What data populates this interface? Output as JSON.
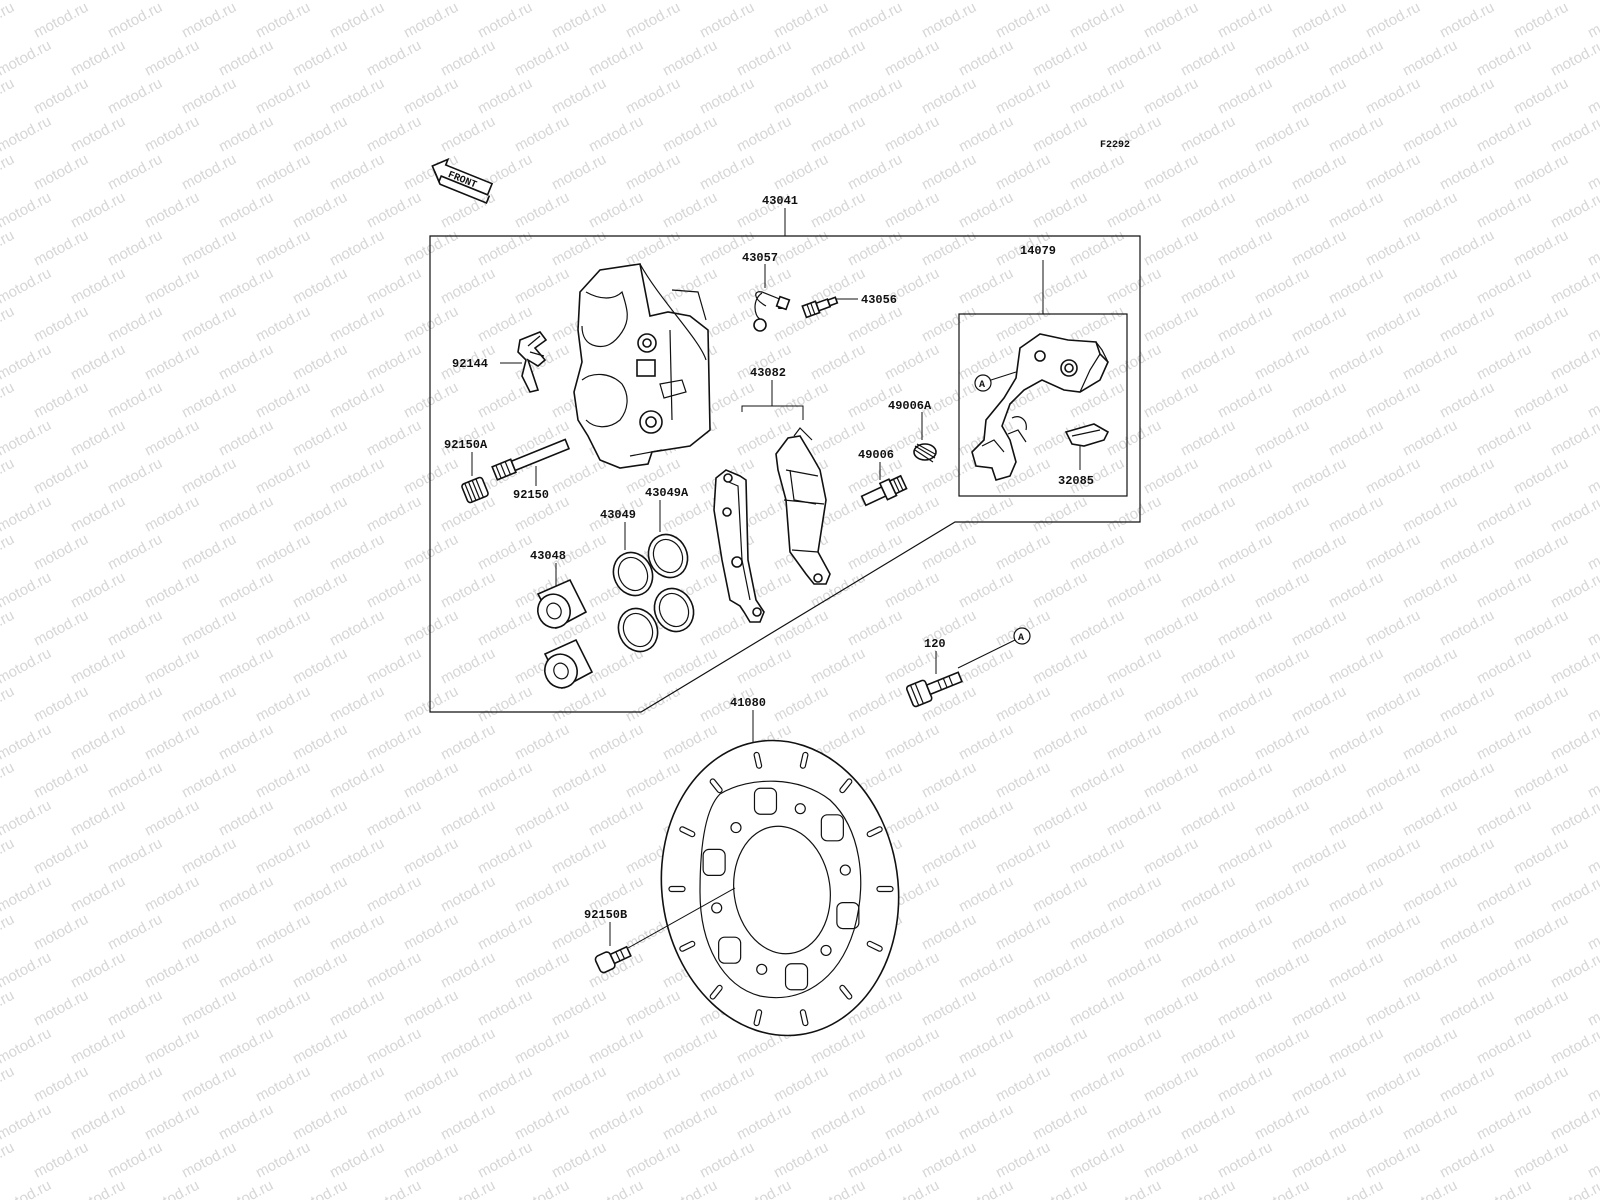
{
  "diagram": {
    "code": "F2292",
    "front_label": "FRONT",
    "watermark": "motod.ru",
    "ref_marker": "A",
    "parts": {
      "p43041": "43041",
      "p43057": "43057",
      "p43056": "43056",
      "p14079": "14079",
      "p92144": "92144",
      "p43082": "43082",
      "p49006A": "49006A",
      "p49006": "49006",
      "p32085": "32085",
      "p92150A": "92150A",
      "p92150": "92150",
      "p43049A": "43049A",
      "p43049": "43049",
      "p43048": "43048",
      "p120": "120",
      "p41080": "41080",
      "p92150B": "92150B"
    }
  }
}
